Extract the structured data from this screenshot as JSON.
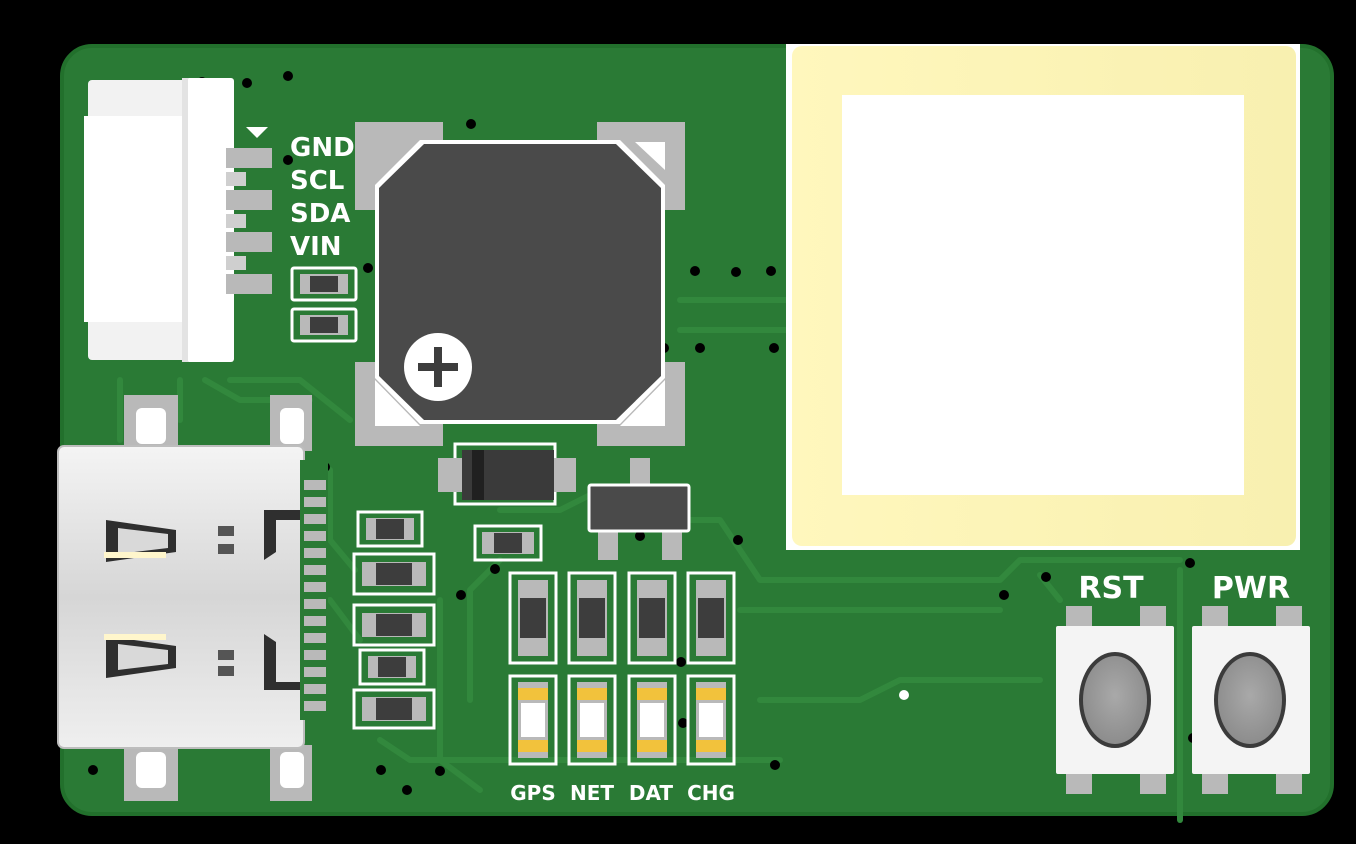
{
  "board": {
    "connector_pins": {
      "gnd": "GND",
      "scl": "SCL",
      "sda": "SDA",
      "vin": "VIN"
    },
    "buttons": {
      "reset": "RST",
      "power": "PWR"
    },
    "leds": {
      "gps": "GPS",
      "net": "NET",
      "dat": "DAT",
      "chg": "CHG"
    }
  },
  "colors": {
    "background": "#000000",
    "pcb": "#2a7a35",
    "pcb_edge": "#22702c",
    "copper_trace": "#32883d",
    "silkscreen": "#ffffff",
    "pad": "#b9b9b9",
    "component_body": "#4a4a4a",
    "antenna_frame": "#fbf4b4",
    "led_pad": "#f2c23c"
  }
}
